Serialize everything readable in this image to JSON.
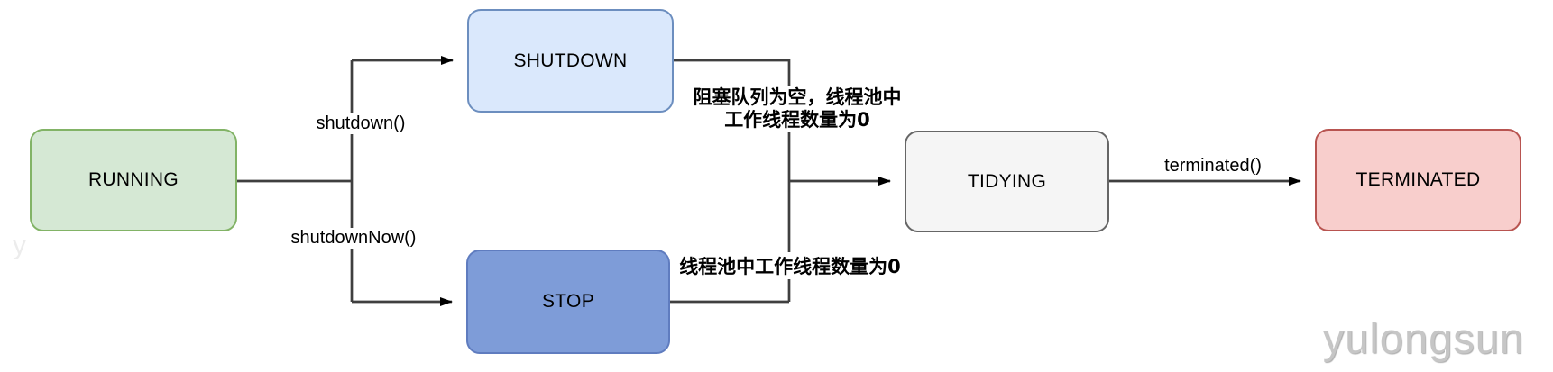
{
  "diagram": {
    "subject": "thread-pool-state-machine",
    "nodes": [
      {
        "id": "running",
        "label": "RUNNING",
        "fill": "#d5e8d4",
        "border": "#82b366"
      },
      {
        "id": "shutdown",
        "label": "SHUTDOWN",
        "fill": "#dae8fc",
        "border": "#6c8ebf"
      },
      {
        "id": "stop",
        "label": "STOP",
        "fill": "#7e9cd8",
        "border": "#5f7cbf"
      },
      {
        "id": "tidying",
        "label": "TIDYING",
        "fill": "#f5f5f5",
        "border": "#666666"
      },
      {
        "id": "terminated",
        "label": "TERMINATED",
        "fill": "#f8cecc",
        "border": "#b85450"
      }
    ],
    "edge_labels": {
      "shutdown_call": "shutdown()",
      "shutdown_now_call": "shutdownNow()",
      "terminated_call": "terminated()",
      "shutdown_to_tidying_line1": "阻塞队列为空，线程池中",
      "shutdown_to_tidying_line2": "工作线程数量为0",
      "stop_to_tidying": "线程池中工作线程数量为0"
    },
    "colors": {
      "line": "#3f3f3f",
      "arrow": "#000000",
      "label_text": "#000000",
      "watermark": "#c6c6c6"
    },
    "watermark": "yulongsun",
    "watermark_fragment": "y"
  }
}
